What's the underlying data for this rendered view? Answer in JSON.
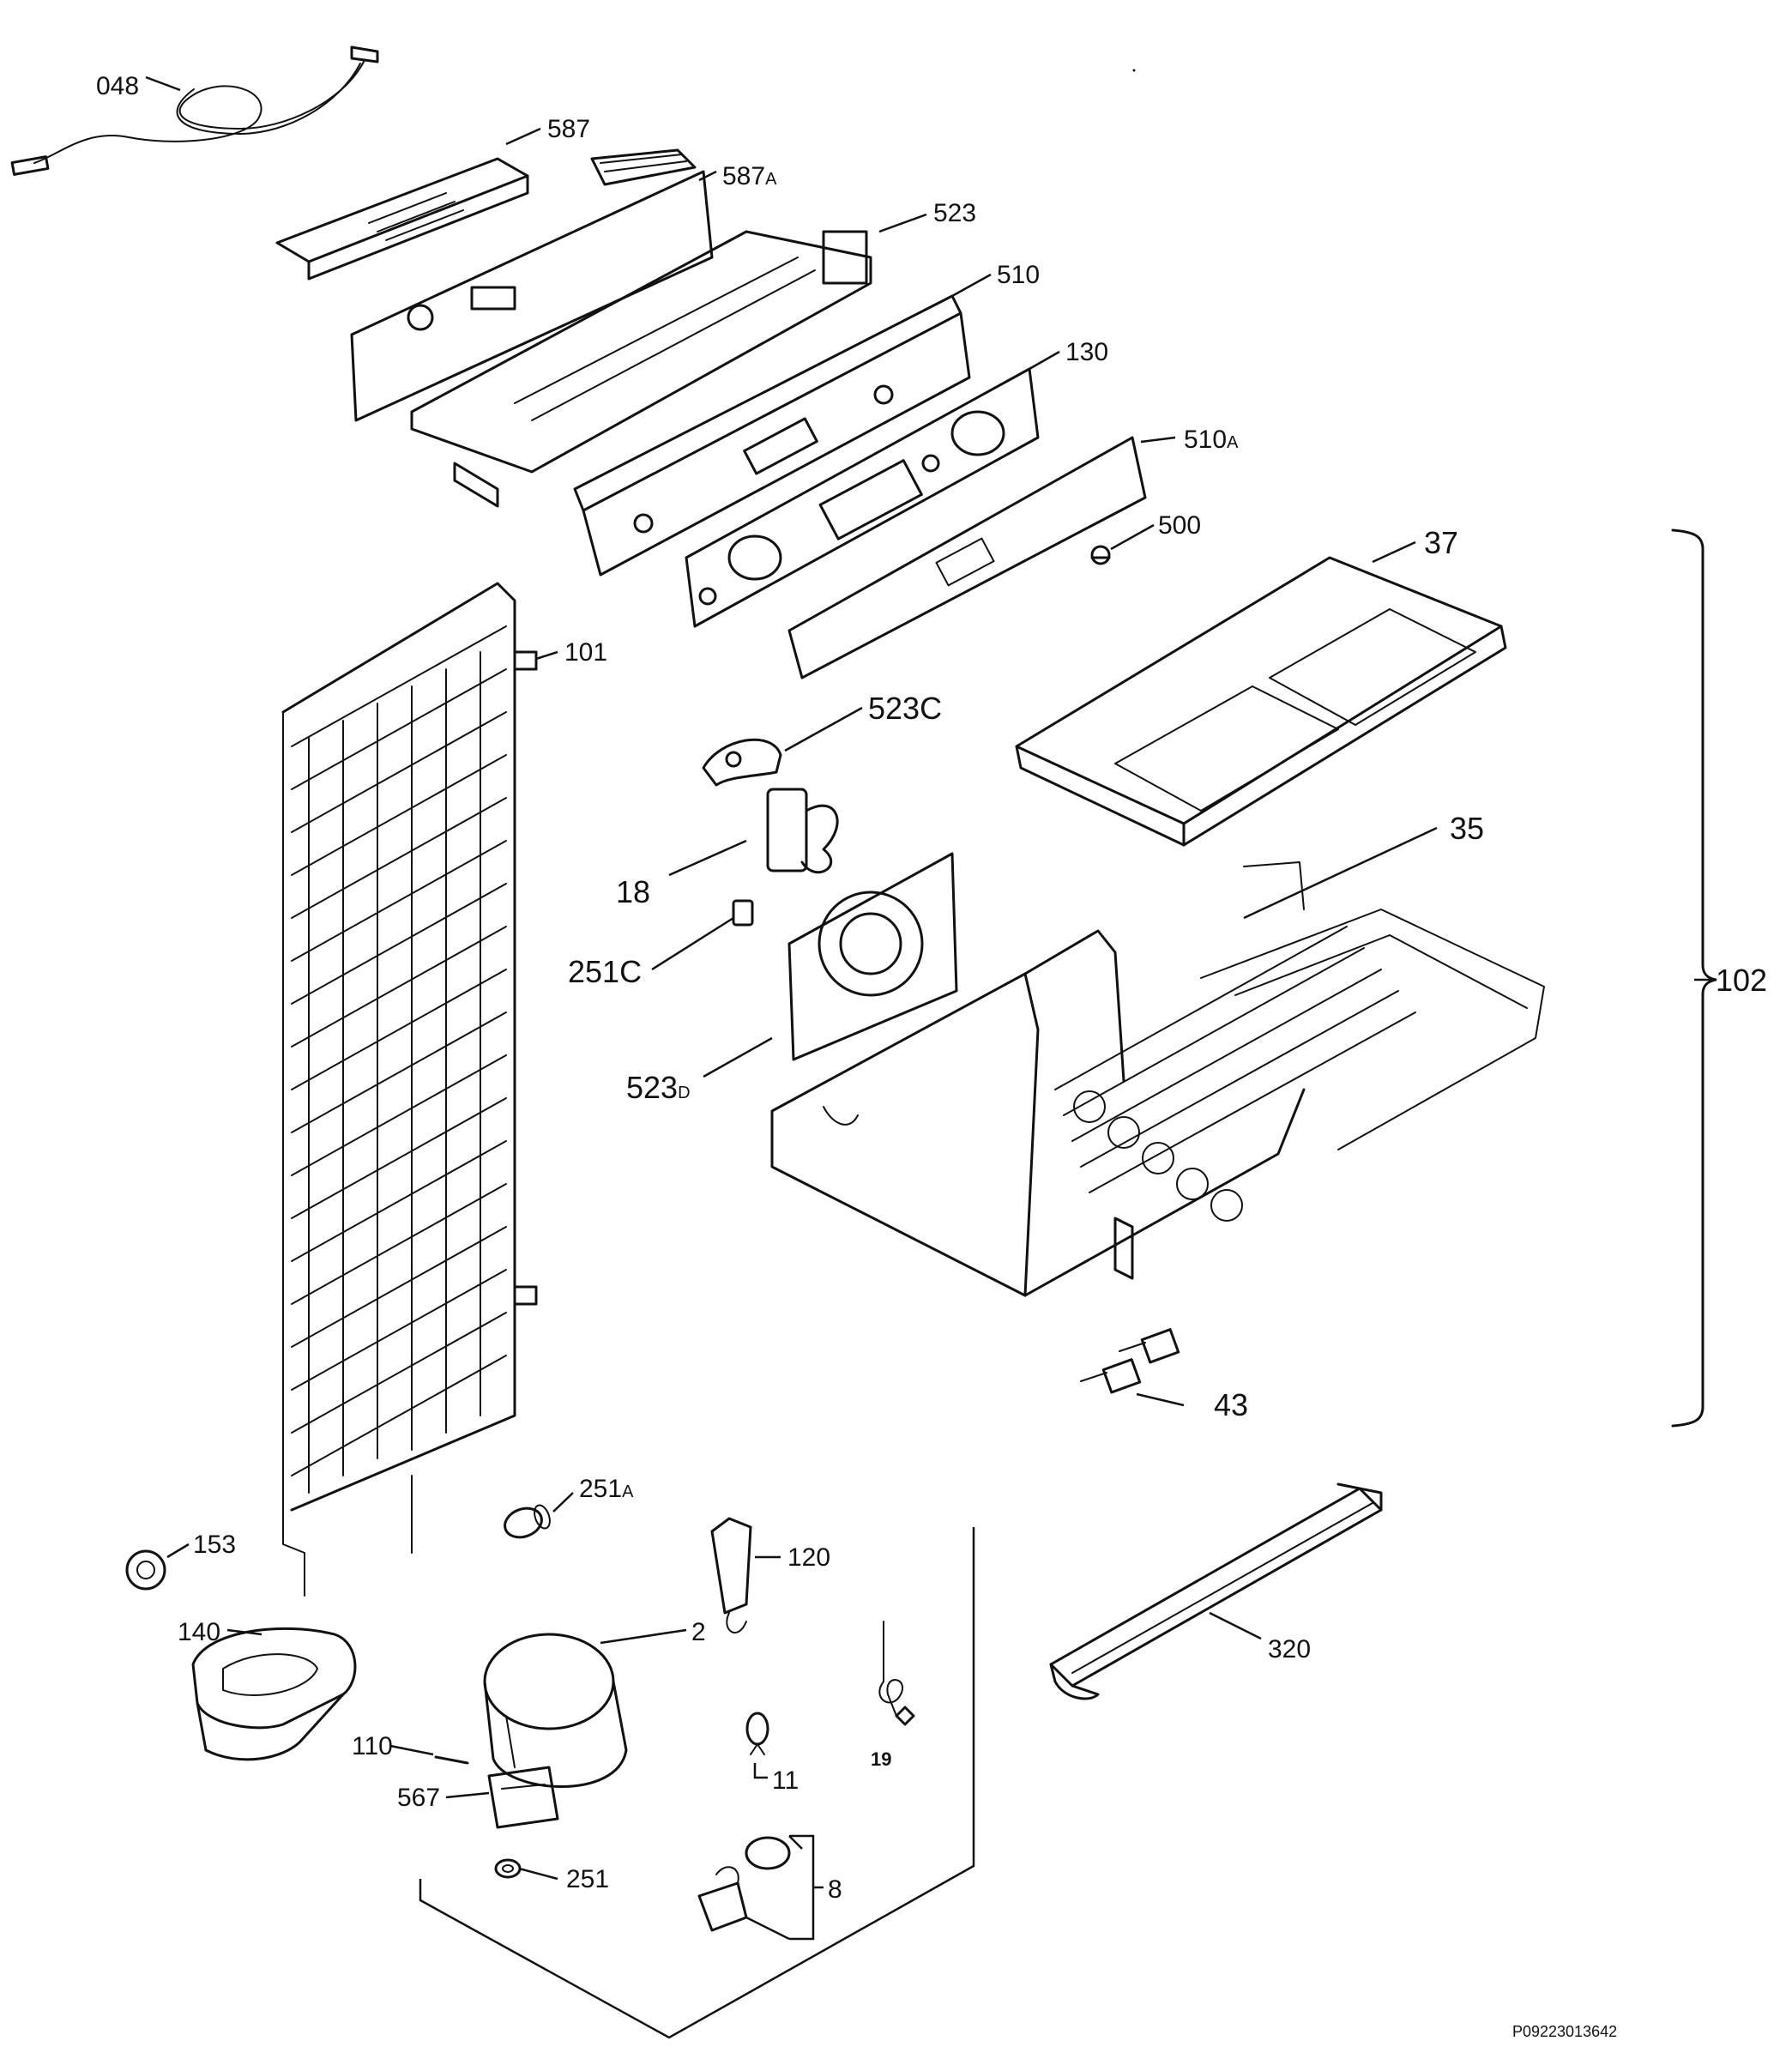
{
  "doc_number": "P09223013642",
  "labels": {
    "p048": "048",
    "p587": "587",
    "p587a": "587",
    "p587a_sfx": "A",
    "p523": "523",
    "p510": "510",
    "p130": "130",
    "p510a": "510",
    "p510a_sfx": "A",
    "p500": "500",
    "p37": "37",
    "p101": "101",
    "p523c": "523C",
    "p18": "18",
    "p35": "35",
    "p102": "102",
    "p251c": "251C",
    "p523d": "523",
    "p523d_sfx": "D",
    "p43": "43",
    "p251a": "251",
    "p251a_sfx": "A",
    "p153": "153",
    "p120": "120",
    "p140": "140",
    "p2": "2",
    "p320": "320",
    "p19": "19",
    "p110": "110",
    "p11": "11",
    "p567": "567",
    "p8": "8",
    "p251": "251"
  }
}
